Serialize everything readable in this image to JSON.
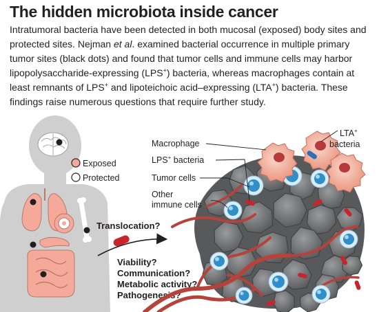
{
  "title": "The hidden microbiota inside cancer",
  "intro": {
    "p1": "Intratumoral bacteria have been detected in both mucosal (exposed) body sites and protected sites. Nejman ",
    "etal": "et al",
    "p2": ". examined bacterial occurrence in multiple primary tumor sites (black dots) and found that tumor cells and immune cells may harbor lipopolysaccharide-expressing (LPS",
    "sup1": "+",
    "p3": ") bacteria, whereas macrophages contain at least remnants of LPS",
    "sup2": "+",
    "p4": " and lipoteichoic acid–expressing (LTA",
    "sup3": "+",
    "p5": ") bacteria. These findings raise numerous questions that require further study."
  },
  "legend": {
    "exposed": "Exposed",
    "protected": "Protected"
  },
  "labels": {
    "macrophage": "Macrophage",
    "lps_main": "LPS",
    "lps_sup": "+",
    "lps_rest": " bacteria",
    "tumor_cells": "Tumor cells",
    "other_1": "Other",
    "other_2": "immune cells",
    "lta_main": "LTA",
    "lta_sup": "+",
    "lta_2": "bacteria"
  },
  "questions": {
    "translocation": "Translocation?",
    "list": [
      "Viability?",
      "Communication?",
      "Metabolic activity?",
      "Pathogenesis?"
    ]
  },
  "colors": {
    "body": "#cfcfcf",
    "exposed": "#f4a99a",
    "bacteria": "#c8242c",
    "vessel": "#b5433b",
    "tumor": "#6d6e71",
    "immune": "#2f8fc8"
  }
}
